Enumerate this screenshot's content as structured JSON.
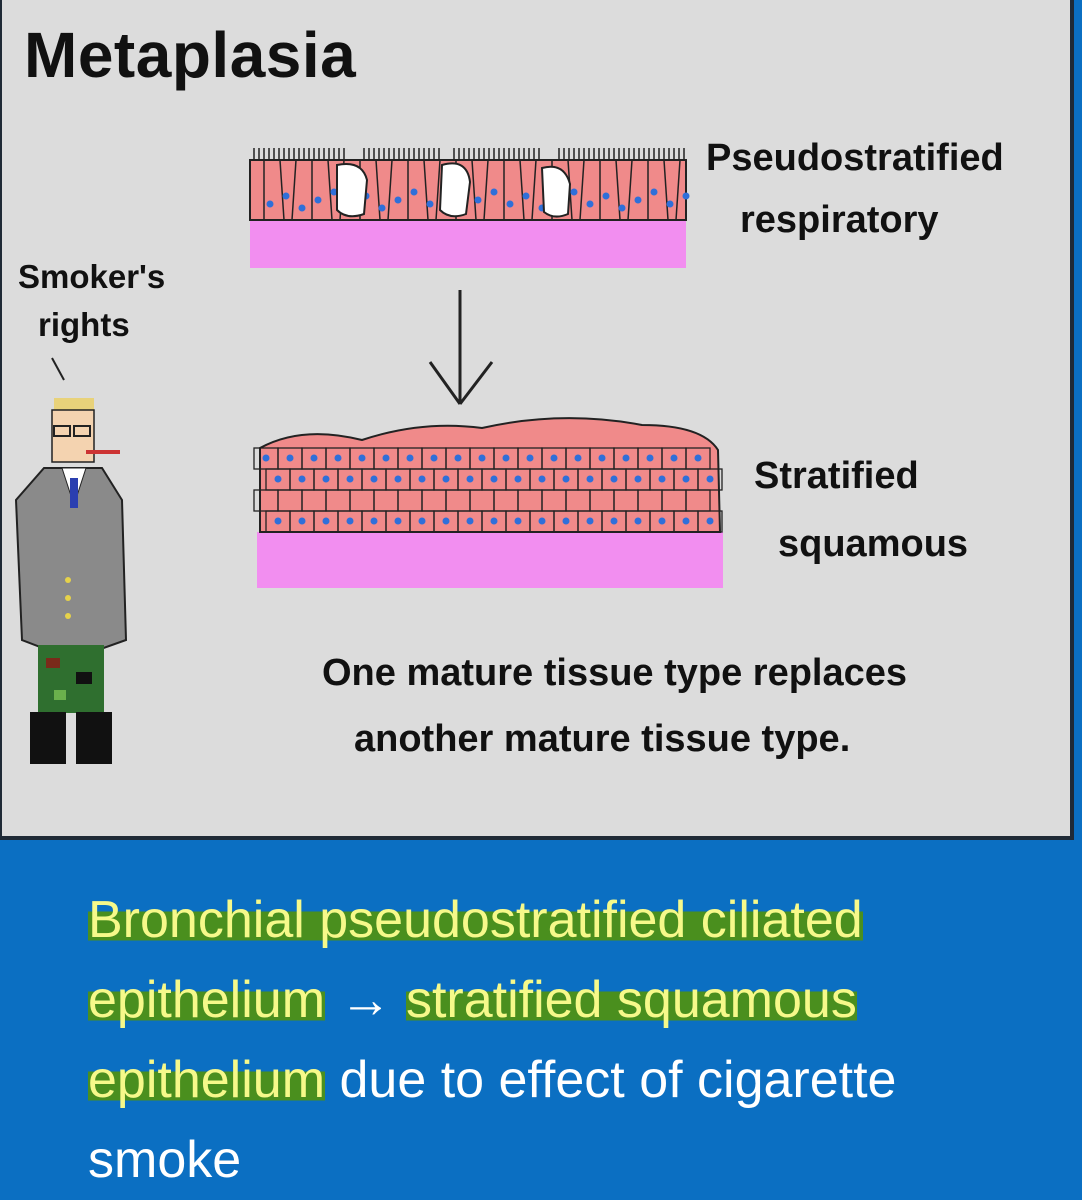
{
  "title": "Metaplasia",
  "labels": {
    "top_line1": "Pseudostratified",
    "top_line2": "respiratory",
    "bottom_line1": "Stratified",
    "bottom_line2": "squamous",
    "speech_line1": "Smoker's",
    "speech_line2": "rights"
  },
  "caption": {
    "line1": "One mature tissue type replaces",
    "line2": "another mature tissue type."
  },
  "description": {
    "part1": "Bronchial pseudostratified ciliated",
    "part2": "epithelium",
    "arrow": "→",
    "part3": "stratified squamous",
    "part4": "epithelium",
    "part5": "due to effect of cigarette",
    "part6": "smoke"
  },
  "colors": {
    "epithelium": "#f08a8a",
    "basement": "#f28ef0",
    "nucleus": "#2f6fd9",
    "background_bottom": "#0b6fc2",
    "highlight": "#4a8f1e"
  }
}
